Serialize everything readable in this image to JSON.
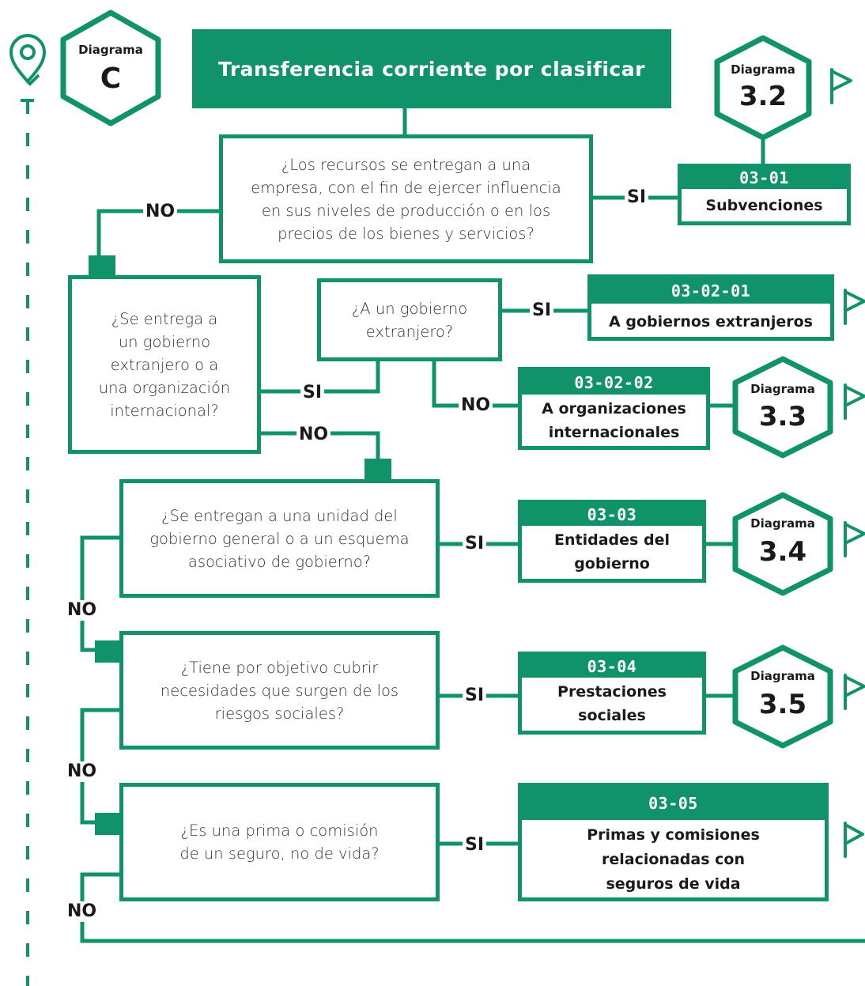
{
  "title": "Transferencia corriente por clasificar",
  "diagram_prefix": "Diagrama",
  "main_diagram_id": "C",
  "questions": {
    "q1": "¿Los recursos se entregan a una\nempresa, con el fin de ejercer influencia\nen sus niveles de producción o en los\nprecios de los bienes y servicios?",
    "q2": "¿Se entrega a\nun gobierno\nextranjero o a\nuna organización\ninternacional?",
    "q3": "¿A un gobierno\nextranjero?",
    "q4": "¿Se entregan a una unidad del\ngobierno general o a un esquema\nasociativo de gobierno?",
    "q5": "¿Tiene por objetivo cubrir\nnecesidades que surgen de los\nriesgos sociales?",
    "q6": "¿Es una prima o comisión\nde un seguro, no de vida?"
  },
  "results": {
    "r1": {
      "code": "03-01",
      "name": "Subvenciones",
      "diagram": "3.2"
    },
    "r2": {
      "code": "03-02-01",
      "name": "A gobiernos extranjeros"
    },
    "r3": {
      "code": "03-02-02",
      "name": "A organizaciones\ninternacionales",
      "diagram": "3.3"
    },
    "r4": {
      "code": "03-03",
      "name": "Entidades del\ngobierno",
      "diagram": "3.4"
    },
    "r5": {
      "code": "03-04",
      "name": "Prestaciones\nsociales",
      "diagram": "3.5"
    },
    "r6": {
      "code": "03-05",
      "name": "Primas y comisiones\nrelacionadas con\nseguros de vida"
    }
  },
  "labels": {
    "yes": "SI",
    "no": "NO"
  },
  "icons": {
    "start": "location-pin-check-icon",
    "end": "flag-icon"
  },
  "colors": {
    "primary": "#11936a",
    "text": "#2b2b2b",
    "dashes": "#11936a"
  }
}
